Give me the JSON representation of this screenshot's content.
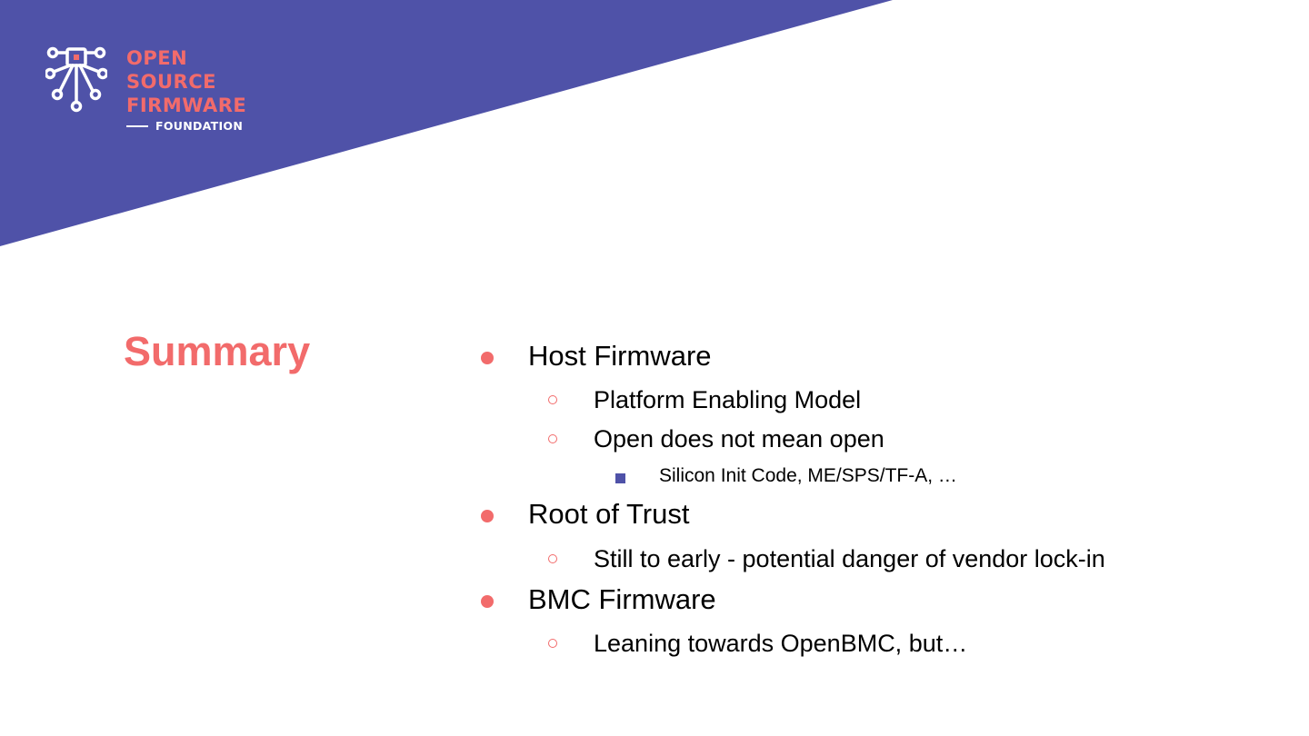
{
  "colors": {
    "banner": "#4F52A8",
    "accent": "#F26B6B",
    "text": "#000000",
    "sub_bullet": "#4F52A8"
  },
  "logo": {
    "icon": "circuit-chip-icon",
    "line1": "OPEN",
    "line2": "SOURCE",
    "line3": "FIRMWARE",
    "subtitle": "FOUNDATION"
  },
  "slide": {
    "title": "Summary",
    "bullets": [
      {
        "text": "Host Firmware",
        "children": [
          {
            "text": "Platform Enabling Model",
            "children": []
          },
          {
            "text": "Open does not mean open",
            "children": [
              {
                "text": "Silicon Init Code, ME/SPS/TF-A, …"
              }
            ]
          }
        ]
      },
      {
        "text": "Root of Trust",
        "children": [
          {
            "text": "Still to early - potential danger of vendor lock-in",
            "children": []
          }
        ]
      },
      {
        "text": "BMC Firmware",
        "children": [
          {
            "text": "Leaning towards OpenBMC, but…",
            "children": []
          }
        ]
      }
    ]
  }
}
